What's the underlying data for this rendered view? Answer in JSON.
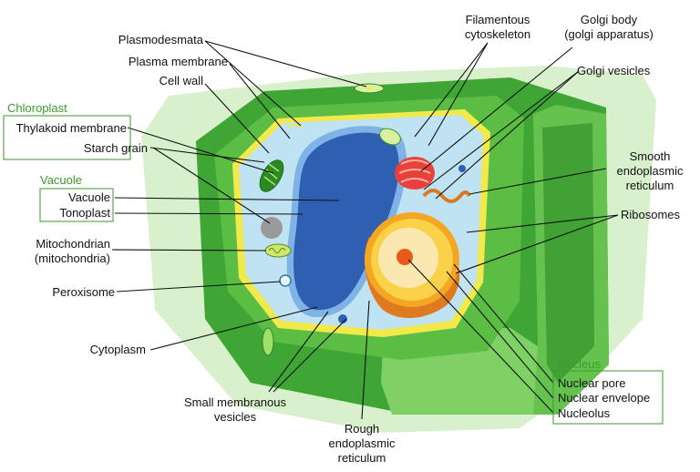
{
  "labels": {
    "plasmodesmata": "Plasmodesmata",
    "plasma_membrane": "Plasma membrane",
    "cell_wall": "Cell wall",
    "thylakoid_membrane": "Thylakoid membrane",
    "starch_grain": "Starch grain",
    "vacuole": "Vacuole",
    "tonoplast": "Tonoplast",
    "mitochondrian_1": "Mitochondrian",
    "mitochondrian_2": "(mitochondria)",
    "peroxisome": "Peroxisome",
    "cytoplasm": "Cytoplasm",
    "small_vesicles_1": "Small membranous",
    "small_vesicles_2": "vesicles",
    "rough_er_1": "Rough",
    "rough_er_2": "endoplasmic",
    "rough_er_3": "reticulum",
    "filamentous_1": "Filamentous",
    "filamentous_2": "cytoskeleton",
    "golgi_body_1": "Golgi body",
    "golgi_body_2": "(golgi apparatus)",
    "golgi_vesicles": "Golgi vesicles",
    "smooth_er_1": "Smooth",
    "smooth_er_2": "endoplasmic",
    "smooth_er_3": "reticulum",
    "ribosomes": "Ribosomes",
    "nuclear_pore": "Nuclear pore",
    "nuclear_envelope": "Nuclear envelope",
    "nucleolus": "Nucleolus"
  },
  "groups": {
    "chloroplast": "Chloroplast",
    "vacuole": "Vacuole",
    "nucleus": "Nucleus"
  },
  "colors": {
    "group_label": "#3a9a2a",
    "cell_wall_light": "#8ed77a",
    "cell_wall_dark": "#3fa535",
    "cytoplasm": "#bfe3f3",
    "vacuole": "#2e5fb0",
    "nucleus": "#f5a623",
    "golgi": "#e8403a",
    "plasma_membrane": "#f2e94a"
  }
}
